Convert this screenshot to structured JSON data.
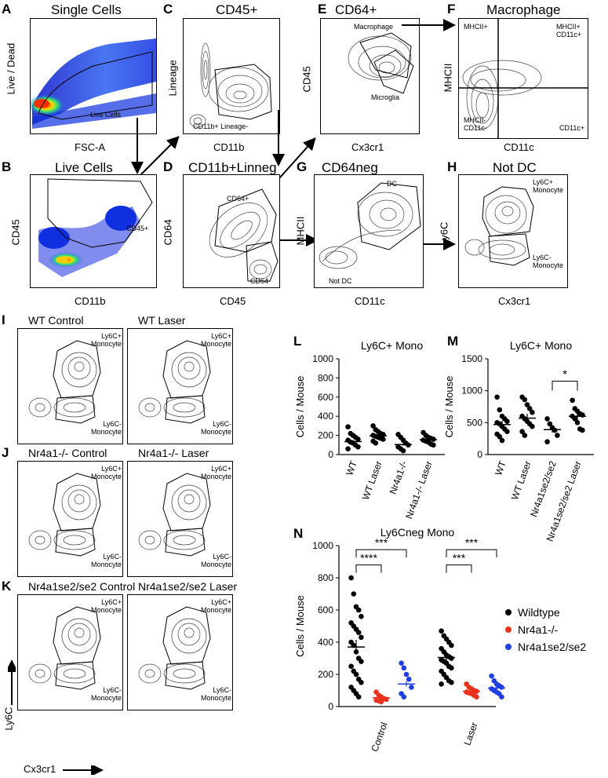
{
  "panels": {
    "A": {
      "letter": "A",
      "title": "Single Cells",
      "xlabel": "FSC-A",
      "ylabel": "Live / Dead",
      "gate": "Live Cells"
    },
    "B": {
      "letter": "B",
      "title": "Live Cells",
      "xlabel": "CD11b",
      "ylabel": "CD45",
      "gate": "CD45+"
    },
    "C": {
      "letter": "C",
      "title": "CD45+",
      "xlabel": "CD11b",
      "ylabel": "Lineage",
      "gate": "CD11b+ Lineage-"
    },
    "D": {
      "letter": "D",
      "title": "CD11b+Linneg",
      "xlabel": "CD45",
      "ylabel": "CD64",
      "gate1": "CD64+",
      "gate2": "CD64-"
    },
    "E": {
      "letter": "E",
      "title": "CD64+",
      "xlabel": "Cx3cr1",
      "ylabel": "CD45",
      "gate1": "Macrophage",
      "gate2": "Microglia"
    },
    "F": {
      "letter": "F",
      "title": "Macrophage",
      "xlabel": "CD11c",
      "ylabel": "MHCII",
      "q1": "MHCII+",
      "q2": "MHCII+ CD11c+",
      "q3": "MHCII- CD11c-",
      "q4": "CD11c+"
    },
    "G": {
      "letter": "G",
      "title": "CD64neg",
      "xlabel": "CD11c",
      "ylabel": "MHCII",
      "gate1": "DC",
      "gate2": "Not DC"
    },
    "H": {
      "letter": "H",
      "title": "Not DC",
      "xlabel": "Cx3cr1",
      "ylabel": "Ly6C",
      "gate1": "Ly6C+ Monocyte",
      "gate2": "Ly6C- Monocyte"
    },
    "I": {
      "letter": "I",
      "left": "WT Control",
      "right": "WT Laser"
    },
    "J": {
      "letter": "J",
      "left": "Nr4a1-/- Control",
      "right": "Nr4a1-/- Laser"
    },
    "K": {
      "letter": "K",
      "left": "Nr4a1se2/se2 Control",
      "right": "Nr4a1se2/se2 Laser"
    },
    "gates_ly6c": {
      "pos": "Ly6C+ Monocyte",
      "neg": "Ly6C- Monocyte"
    },
    "K_axes": {
      "ylabel": "Ly6C",
      "xlabel": "Cx3cr1"
    }
  },
  "chart_data": [
    {
      "id": "L",
      "type": "scatter",
      "title": "Ly6C+ Mono",
      "ylabel": "Cells / Mouse",
      "ylim": [
        0,
        1000
      ],
      "yticks": [
        "0",
        "200",
        "400",
        "600",
        "800",
        "1000"
      ],
      "categories": [
        "WT",
        "WT Laser",
        "Nr4a1-/-",
        "Nr4a1-/- Laser"
      ],
      "means": [
        135,
        195,
        105,
        155
      ],
      "points": [
        [
          290,
          220,
          200,
          180,
          160,
          150,
          130,
          120,
          100,
          80,
          60
        ],
        [
          300,
          260,
          240,
          220,
          210,
          200,
          190,
          180,
          170,
          160,
          140,
          120
        ],
        [
          210,
          180,
          150,
          120,
          100,
          80,
          60,
          40
        ],
        [
          230,
          200,
          180,
          170,
          160,
          150,
          140,
          130,
          110,
          100
        ]
      ]
    },
    {
      "id": "M",
      "type": "scatter",
      "title": "Ly6C+ Mono",
      "ylabel": "Cells / Mouse",
      "ylim": [
        0,
        1500
      ],
      "yticks": [
        "0",
        "500",
        "1000",
        "1500"
      ],
      "categories": [
        "WT",
        "WT Laser",
        "Nr4a1se2/se2",
        "Nr4a1se2/se2 Laser"
      ],
      "means": [
        470,
        570,
        390,
        600
      ],
      "significance": [
        {
          "from": 2,
          "to": 3,
          "label": "*"
        }
      ],
      "points": [
        [
          900,
          700,
          600,
          560,
          520,
          500,
          480,
          440,
          400,
          360,
          320,
          280,
          220
        ],
        [
          900,
          860,
          780,
          720,
          660,
          600,
          560,
          520,
          480,
          440,
          360,
          300
        ],
        [
          560,
          480,
          420,
          380,
          300,
          200
        ],
        [
          850,
          720,
          680,
          640,
          620,
          600,
          560,
          500,
          400,
          380
        ]
      ]
    },
    {
      "id": "N",
      "type": "scatter",
      "title": "Ly6Cneg Mono",
      "ylabel": "Cells / Mouse",
      "ylim": [
        0,
        1000
      ],
      "yticks": [
        "0",
        "200",
        "400",
        "600",
        "800",
        "1000"
      ],
      "groups": [
        "Control",
        "Laser"
      ],
      "series": [
        {
          "name": "Wildtype",
          "color": "#000000"
        },
        {
          "name": "Nr4a1-/-",
          "color": "#e8321e"
        },
        {
          "name": "Nr4a1se2/se2",
          "color": "#1f3fe0"
        }
      ],
      "means": [
        [
          370,
          55,
          140
        ],
        [
          305,
          95,
          115
        ]
      ],
      "significance": [
        {
          "group": "Control",
          "to": 1,
          "label": "****"
        },
        {
          "group": "Control",
          "to": 2,
          "label": "***"
        },
        {
          "group": "Laser",
          "to": 1,
          "label": "***"
        },
        {
          "group": "Laser",
          "to": 2,
          "label": "***"
        }
      ],
      "points": [
        [
          [
            800,
            700,
            620,
            600,
            560,
            520,
            500,
            480,
            460,
            430,
            400,
            380,
            340,
            300,
            280,
            250,
            220,
            200,
            170,
            150,
            120,
            100,
            80,
            60
          ],
          [
            90,
            70,
            60,
            50,
            45,
            40,
            35,
            30
          ],
          [
            270,
            240,
            200,
            170,
            120,
            80,
            60
          ]
        ],
        [
          [
            470,
            440,
            420,
            400,
            380,
            360,
            340,
            320,
            310,
            300,
            290,
            280,
            270,
            250,
            240,
            220,
            200,
            180,
            160,
            150,
            140
          ],
          [
            140,
            120,
            110,
            100,
            95,
            90,
            85,
            80,
            70,
            60
          ],
          [
            190,
            160,
            140,
            130,
            120,
            110,
            100,
            90,
            80,
            60
          ]
        ]
      ]
    }
  ]
}
